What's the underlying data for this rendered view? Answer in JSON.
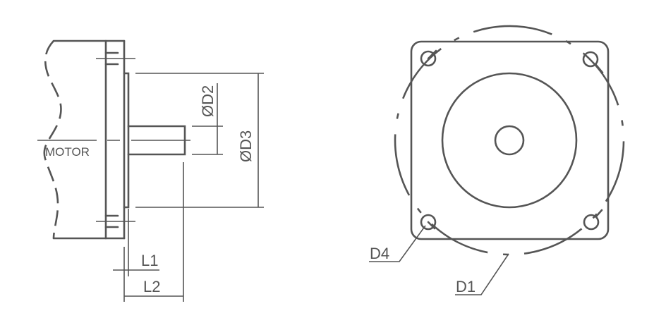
{
  "diagram": {
    "type": "motor mounting dimension drawing",
    "line_color": "#555555",
    "background": "#ffffff",
    "side_view": {
      "body_label": "MOTOR",
      "dimension_labels": {
        "shaft_diameter": "ØD2",
        "pilot_diameter": "ØD3",
        "pilot_length": "L1",
        "shaft_length": "L2"
      }
    },
    "front_view": {
      "dimension_labels": {
        "bolt_circle": "D1",
        "mounting_hole": "D4"
      },
      "mounting_holes": 4
    }
  }
}
